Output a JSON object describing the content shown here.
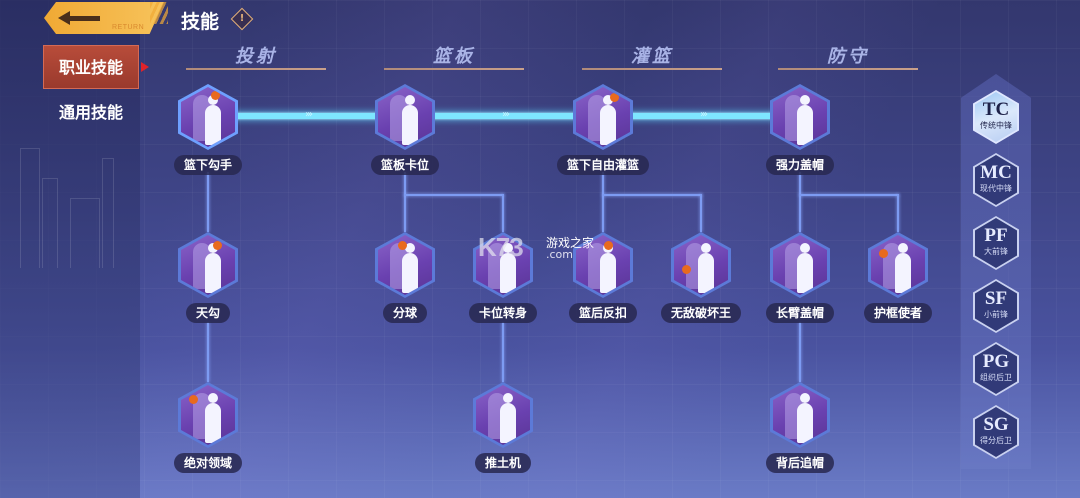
{
  "header": {
    "back_label": "RETURN",
    "title": "技能",
    "info_icon": "!"
  },
  "sidebar": {
    "tabs": [
      {
        "label": "职业技能",
        "active": true
      },
      {
        "label": "通用技能",
        "active": false
      }
    ]
  },
  "categories": [
    {
      "label": "投射"
    },
    {
      "label": "篮板"
    },
    {
      "label": "灌篮"
    },
    {
      "label": "防守"
    }
  ],
  "skills": {
    "row1": [
      {
        "label": "篮下勾手"
      },
      {
        "label": "篮板卡位"
      },
      {
        "label": "篮下自由灌篮"
      },
      {
        "label": "强力盖帽"
      }
    ],
    "row2": [
      {
        "label": "天勾"
      },
      {
        "label": "分球"
      },
      {
        "label": "卡位转身"
      },
      {
        "label": "篮后反扣"
      },
      {
        "label": "无敌破坏王"
      },
      {
        "label": "长臂盖帽"
      },
      {
        "label": "护框使者"
      }
    ],
    "row3": [
      {
        "label": "绝对领域"
      },
      {
        "label": "推土机"
      },
      {
        "label": "背后追帽"
      }
    ]
  },
  "positions": [
    {
      "code": "TC",
      "name": "传统中锋",
      "active": true
    },
    {
      "code": "MC",
      "name": "现代中锋",
      "active": false
    },
    {
      "code": "PF",
      "name": "大前锋",
      "active": false
    },
    {
      "code": "SF",
      "name": "小前锋",
      "active": false
    },
    {
      "code": "PG",
      "name": "组织后卫",
      "active": false
    },
    {
      "code": "SG",
      "name": "得分后卫",
      "active": false
    }
  ],
  "watermark": {
    "logo": "K73",
    "text": "游戏之家",
    "domain": ".com"
  },
  "colors": {
    "accent_active_tab": "#b84c3a",
    "glow_line": "#7ee6ff",
    "connector": "#7d9bf2",
    "hex_fill": "#6a41b0",
    "back_button": "#f0a934"
  }
}
